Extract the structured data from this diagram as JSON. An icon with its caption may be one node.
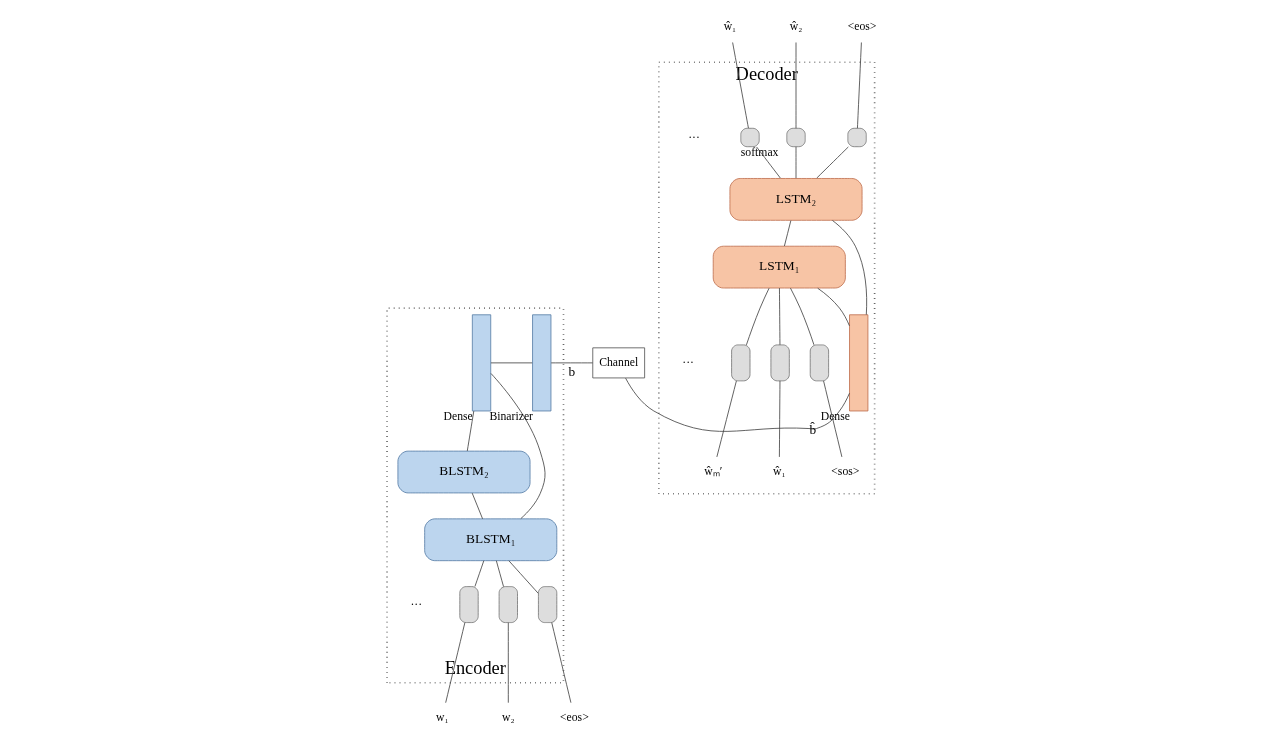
{
  "diagram": {
    "nodes": [
      {
        "text": [
          "Encoder"
        ]
      },
      {
        "text": [
          "BLSTM₂"
        ],
        "in": 0
      },
      {
        "text": [
          "BLSTM₁"
        ],
        "in": 0
      },
      {
        "text": [
          "Dense"
        ],
        "in": 0
      },
      {
        "text": [
          "Binarizer"
        ],
        "in": 0
      },
      {
        "text": [],
        "shape": "box",
        "in": 0
      },
      {
        "text": [],
        "shape": "box",
        "in": 0
      },
      {
        "text": [],
        "shape": "box",
        "in": 0
      },
      {
        "text": [
          "w₁"
        ]
      },
      {
        "text": [
          "w₂"
        ]
      },
      {
        "text": [
          "<eos>"
        ]
      },
      {
        "text": [
          "Channel"
        ]
      },
      {
        "text": [
          "Decoder"
        ]
      },
      {
        "text": [
          "Dense"
        ],
        "in": 12
      },
      {
        "text": [
          "LSTM₂"
        ],
        "in": 12
      },
      {
        "text": [
          "LSTM₁"
        ],
        "in": 12
      },
      {
        "text": [],
        "shape": "box",
        "in": 12,
        "beside": [
          "softmax"
        ]
      },
      {
        "text": [],
        "shape": "box",
        "in": 12
      },
      {
        "text": [],
        "shape": "box",
        "in": 12
      },
      {
        "text": [],
        "shape": "box",
        "in": 12
      },
      {
        "text": [],
        "shape": "box",
        "in": 12
      },
      {
        "text": [],
        "shape": "box",
        "in": 12
      },
      {
        "text": [
          "<sos>"
        ],
        "in": 12
      },
      {
        "text": [
          "ŵ₁"
        ],
        "in": 12
      },
      {
        "text": [
          "ŵₘ′"
        ],
        "in": 12
      },
      {
        "text": [
          "ŵ₁"
        ]
      },
      {
        "text": [
          "ŵ₂"
        ]
      },
      {
        "text": [
          "<eos>"
        ]
      }
    ],
    "edges": [
      {
        "from": 8,
        "to": 5,
        "arrow": "none"
      },
      {
        "from": 9,
        "to": 6,
        "arrow": "none"
      },
      {
        "from": 10,
        "to": 7,
        "arrow": "none"
      },
      {
        "from": 5,
        "to": 2,
        "arrow": "none"
      },
      {
        "from": 6,
        "to": 2,
        "arrow": "none"
      },
      {
        "from": 7,
        "to": 2,
        "arrow": "none"
      },
      {
        "from": 2,
        "to": 1,
        "arrow": "none"
      },
      {
        "from": 1,
        "to": 3,
        "arrow": "none"
      },
      {
        "from": 2,
        "to": 3,
        "arrow": "none"
      },
      {
        "from": 3,
        "to": 4,
        "arrow": "none"
      },
      {
        "from": 4,
        "to": 11,
        "label": "b",
        "arrow": "none"
      },
      {
        "from": 11,
        "to": 13,
        "label": "b̂",
        "arrow": "none"
      },
      {
        "from": 13,
        "to": 14,
        "arrow": "none"
      },
      {
        "from": 13,
        "to": 15,
        "arrow": "none"
      },
      {
        "from": 22,
        "to": 19,
        "arrow": "none"
      },
      {
        "from": 23,
        "to": 20,
        "arrow": "none"
      },
      {
        "from": 24,
        "to": 21,
        "arrow": "none"
      },
      {
        "from": 19,
        "to": 15,
        "arrow": "none"
      },
      {
        "from": 20,
        "to": 15,
        "arrow": "none"
      },
      {
        "from": 21,
        "to": 15,
        "arrow": "none"
      },
      {
        "from": 15,
        "to": 14,
        "arrow": "none"
      },
      {
        "from": 14,
        "to": 16,
        "arrow": "none"
      },
      {
        "from": 14,
        "to": 17,
        "arrow": "none"
      },
      {
        "from": 14,
        "to": 18,
        "arrow": "none"
      },
      {
        "from": 16,
        "to": 25,
        "arrow": "none"
      },
      {
        "from": 17,
        "to": 26,
        "arrow": "none"
      },
      {
        "from": 18,
        "to": 27,
        "arrow": "none"
      }
    ],
    "labels": [
      "···",
      "···",
      "···"
    ]
  }
}
